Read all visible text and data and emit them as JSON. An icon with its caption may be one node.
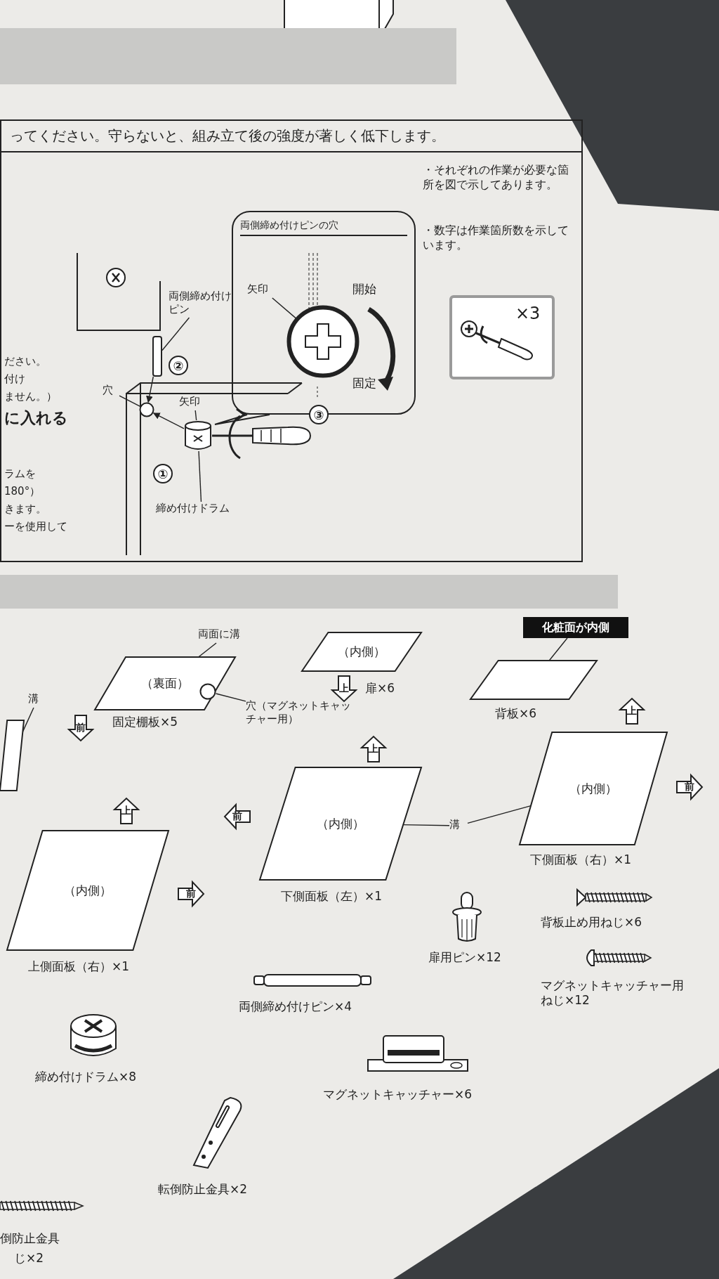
{
  "diagram": {
    "nodes": [
      {
        "text": [
          "ってください。守らないと、組み立て後の強度が著しく低下します。"
        ]
      },
      {
        "text": [
          "両側締め付けピン"
        ],
        "in": 0
      },
      {
        "text": [],
        "shape": "bar",
        "in": 0
      },
      {
        "text": [
          "穴"
        ],
        "in": 0
      },
      {
        "text": [],
        "shape": "circle",
        "in": 0
      },
      {
        "text": [
          "矢印"
        ],
        "in": 0
      },
      {
        "text": [],
        "shape": "cylinder",
        "in": 0
      },
      {
        "text": [
          "締め付けドラム"
        ],
        "in": 0
      },
      {
        "text": [
          "両側締め付けピンの穴",
          "開始",
          "固定"
        ],
        "in": 0
      },
      {
        "text": [
          "矢印"
        ],
        "in": 8
      },
      {
        "text": [],
        "shape": "circle",
        "in": 8
      },
      {
        "text": [
          "×3"
        ],
        "in": 0
      },
      {
        "text": [
          "化粧面が内側"
        ]
      },
      {
        "text": [],
        "shape": "box",
        "beside": [
          "背板×6"
        ]
      },
      {
        "text": [
          "（内側）"
        ],
        "beside": [
          "扉×6"
        ]
      },
      {
        "text": [
          "（裏面）"
        ],
        "beside": [
          "固定棚板×5"
        ]
      },
      {
        "text": [
          "両面に溝"
        ]
      },
      {
        "text": [
          "穴（マグネットキャッチャー用）"
        ]
      },
      {
        "text": [],
        "shape": "circle",
        "in": 15
      },
      {
        "text": [
          "（内側）"
        ],
        "beside": [
          "下側面板（左）×1"
        ]
      },
      {
        "text": [
          "（内側）"
        ],
        "beside": [
          "下側面板（右）×1"
        ]
      },
      {
        "text": [
          "溝"
        ]
      },
      {
        "text": [
          "（内側）"
        ],
        "beside": [
          "上側面板（右）×1"
        ]
      },
      {
        "text": [
          "溝"
        ]
      },
      {
        "text": [],
        "shape": "box"
      },
      {
        "text": [],
        "shape": "bar"
      },
      {
        "text": [],
        "shape": "bar"
      },
      {
        "text": [
          "上"
        ]
      },
      {
        "text": [
          "前"
        ]
      },
      {
        "text": [
          "上"
        ]
      },
      {
        "text": [
          "前"
        ]
      },
      {
        "text": [
          "上"
        ]
      },
      {
        "text": [
          "前"
        ]
      },
      {
        "text": [
          "上"
        ]
      },
      {
        "text": [
          "前"
        ]
      }
    ],
    "edges": [
      {
        "from": 1,
        "to": 2,
        "arrow": "none"
      },
      {
        "from": 3,
        "to": 4,
        "arrow": "none"
      },
      {
        "from": 5,
        "to": 6,
        "arrow": "none"
      },
      {
        "from": 7,
        "to": 6,
        "arrow": "none"
      },
      {
        "from": 9,
        "to": 10,
        "arrow": "none"
      },
      {
        "from": 12,
        "to": 13,
        "arrow": "none"
      },
      {
        "from": 16,
        "to": 15,
        "arrow": "none"
      },
      {
        "from": 17,
        "to": 18,
        "arrow": "none"
      },
      {
        "from": 21,
        "to": 19,
        "arrow": "none"
      },
      {
        "from": 21,
        "to": 20,
        "arrow": "none"
      },
      {
        "from": 23,
        "to": 24,
        "arrow": "none"
      },
      {
        "from": 2,
        "to": 4,
        "arrow": "to"
      },
      {
        "from": 6,
        "to": 4,
        "arrow": "to"
      }
    ],
    "labels": [
      "ださい。",
      "付け",
      "ません。）",
      "に入れる",
      "ラムを",
      "180°）",
      "きます。",
      "ーを使用して",
      "②",
      "①",
      "③",
      "・それぞれの作業が必要な箇所を図で示してあります。",
      "・数字は作業箇所数を示しています。",
      "背板止め用ねじ×6",
      "扉用ピン×12",
      "両側締め付けピン×4",
      "マグネットキャッチャー用ねじ×12",
      "締め付けドラム×8",
      "マグネットキャッチャー×6",
      "転倒防止金具×2",
      "倒防止金具",
      "じ×2"
    ]
  }
}
